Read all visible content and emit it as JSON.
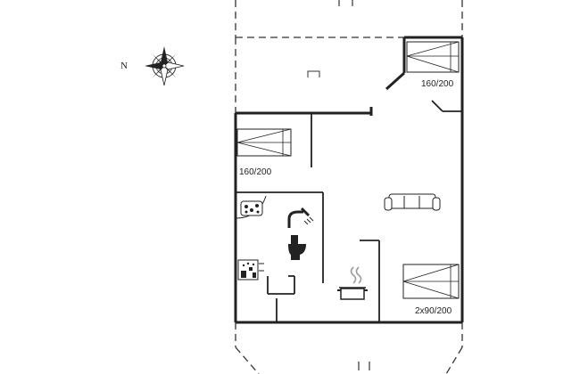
{
  "compass": {
    "north_label": "N"
  },
  "rooms": {
    "bedroom_top_right": {
      "bed_label": "160/200"
    },
    "bedroom_left": {
      "bed_label": "160/200"
    },
    "bedroom_bottom_right": {
      "bed_label": "2x90/200"
    }
  },
  "icons": [
    "compass-rose-icon",
    "bathtub-icon",
    "shower-icon",
    "toilet-icon",
    "sauna-icon",
    "sofa-icon",
    "stove-pot-icon",
    "bed-icon"
  ]
}
